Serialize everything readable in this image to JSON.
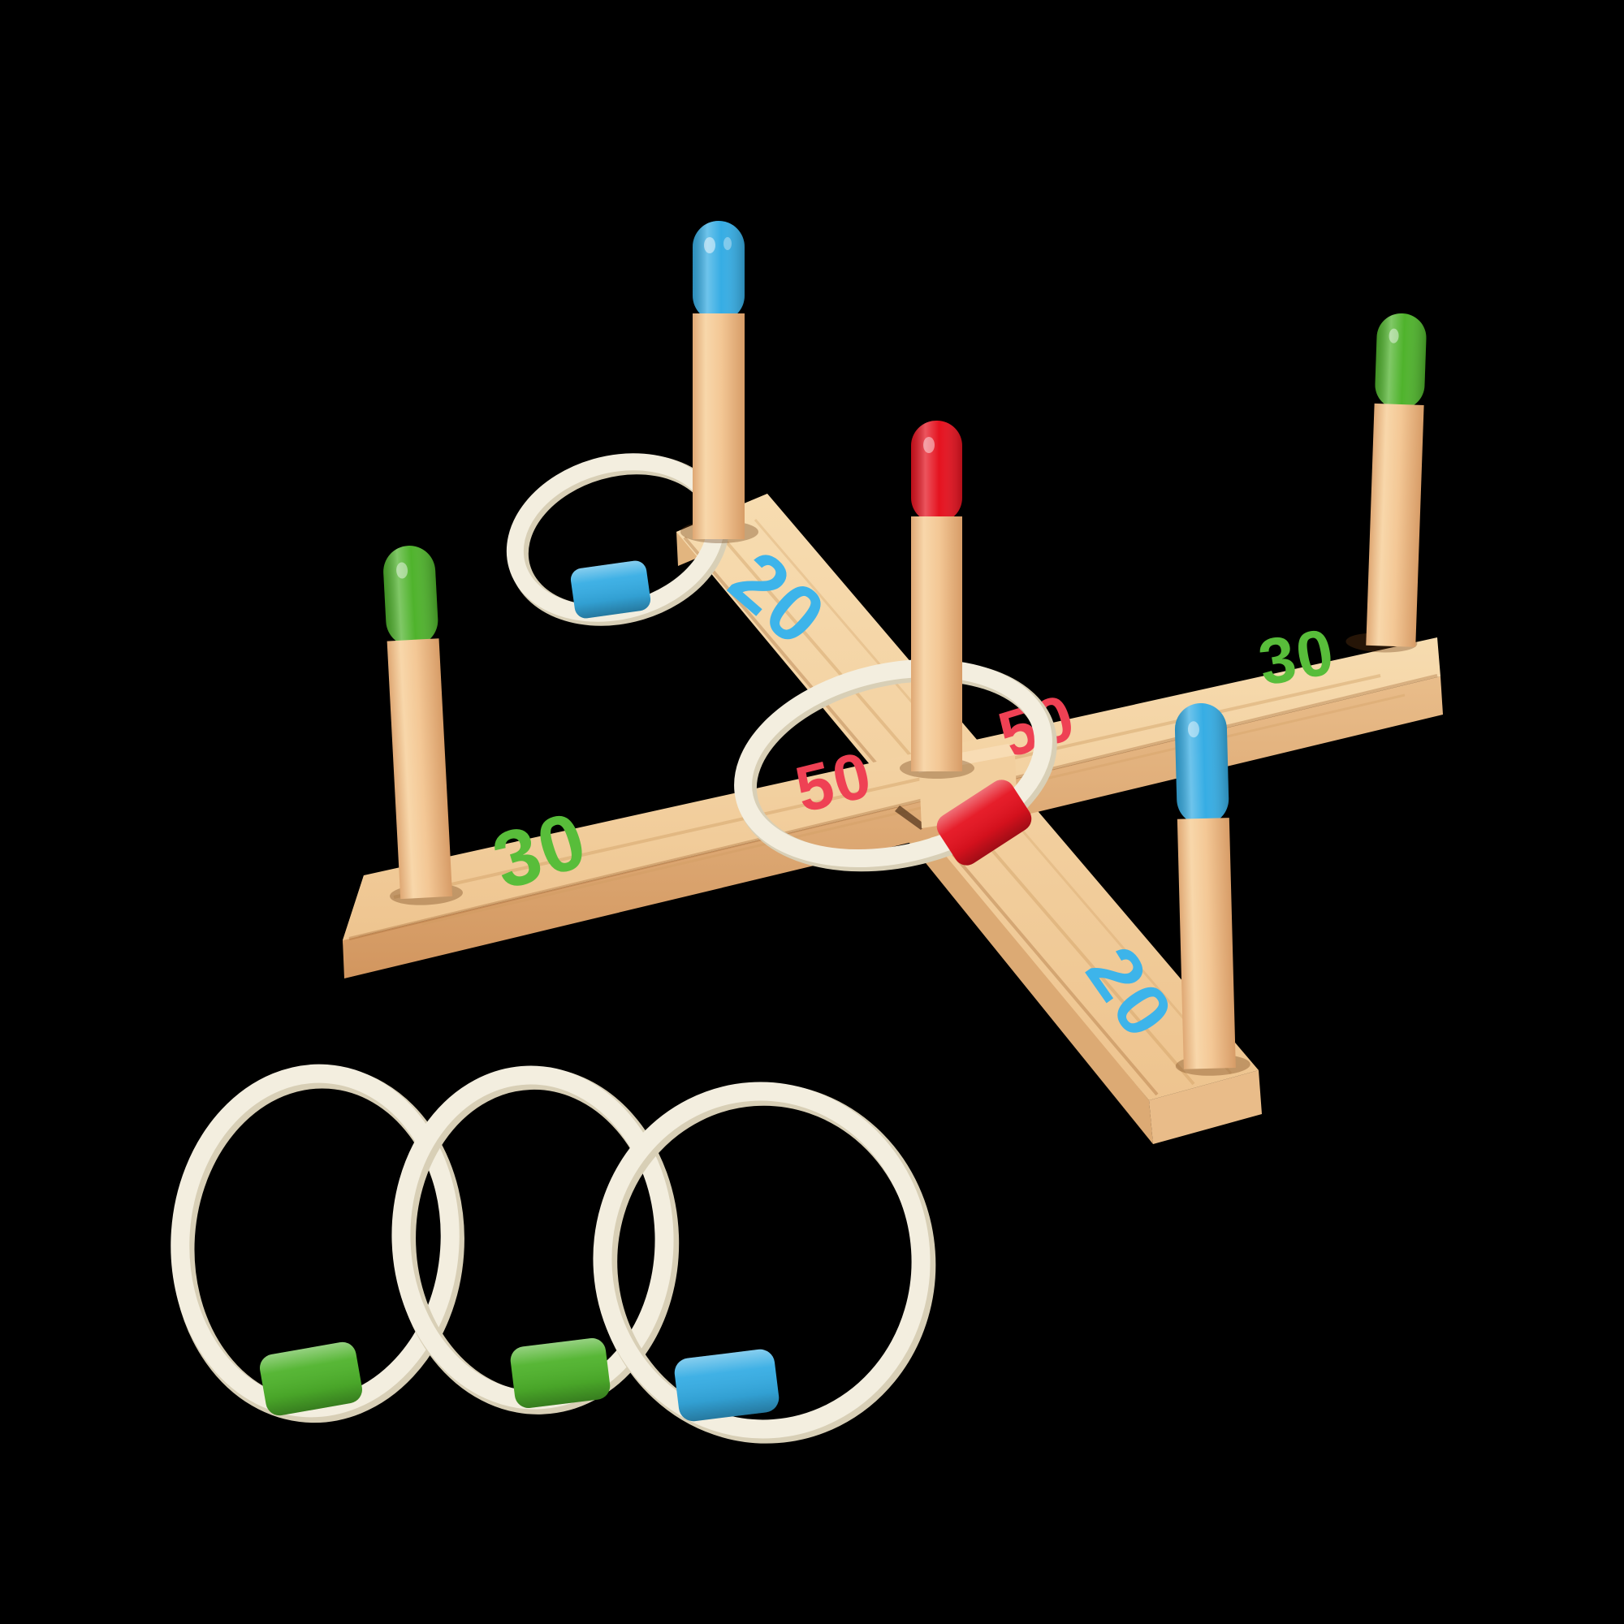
{
  "background_color": "#000000",
  "palette": {
    "blue": "#36ade4",
    "green": "#4fb32c",
    "red": "#e5121f",
    "blue_label": "#3db4ea",
    "green_label": "#58bd3a",
    "red_label": "#ef4154",
    "wood_light": "#f7dcb2",
    "wood_mid": "#f2c795",
    "wood_dark": "#d89e69",
    "rope": "#f2ecdc"
  },
  "score_labels": {
    "upper_20": {
      "text": "20"
    },
    "lower_20": {
      "text": "20"
    },
    "left_30": {
      "text": "30"
    },
    "right_30": {
      "text": "30"
    },
    "left_50": {
      "text": "50"
    },
    "right_50": {
      "text": "50"
    }
  },
  "pegs": [
    {
      "position": "top",
      "cap_color": "blue"
    },
    {
      "position": "center",
      "cap_color": "red"
    },
    {
      "position": "left",
      "cap_color": "green"
    },
    {
      "position": "right",
      "cap_color": "green"
    },
    {
      "position": "bottom-front",
      "cap_color": "blue"
    }
  ],
  "rope_rings": [
    {
      "location": "around-top-peg",
      "bead_color": "blue"
    },
    {
      "location": "around-center-peg",
      "bead_color": "red"
    },
    {
      "location": "loose-left",
      "bead_color": "green"
    },
    {
      "location": "loose-middle",
      "bead_color": "green"
    },
    {
      "location": "loose-right",
      "bead_color": "blue"
    }
  ]
}
